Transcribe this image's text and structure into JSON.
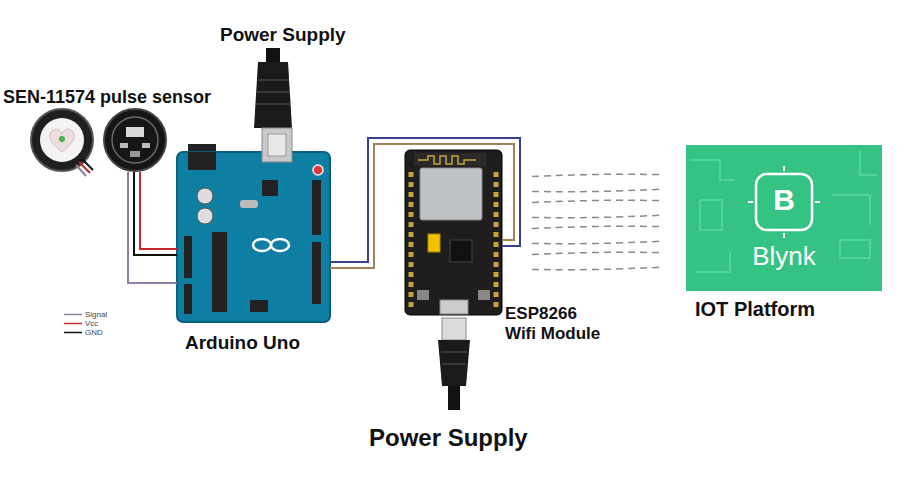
{
  "diagram": {
    "nodes": [
      {
        "text": [
          "SEN-11574 pulse sensor"
        ]
      },
      {
        "text": [
          "Arduino Uno"
        ]
      },
      {
        "text": [
          "ESP8266 Wifi Module"
        ]
      },
      {
        "text": [
          "B",
          "Blynk",
          "IOT Platform"
        ]
      }
    ],
    "edges": [
      {
        "from": 0,
        "to": 1,
        "arrow": "none"
      },
      {
        "from": 1,
        "to": 2,
        "arrow": "none"
      },
      {
        "from": 2,
        "to": 3,
        "arrow": "none"
      }
    ],
    "labels": [
      "Power Supply",
      "Power Supply"
    ],
    "legend": [
      {
        "text": "Signal"
      },
      {
        "text": "Vcc"
      },
      {
        "text": "GND"
      }
    ]
  }
}
